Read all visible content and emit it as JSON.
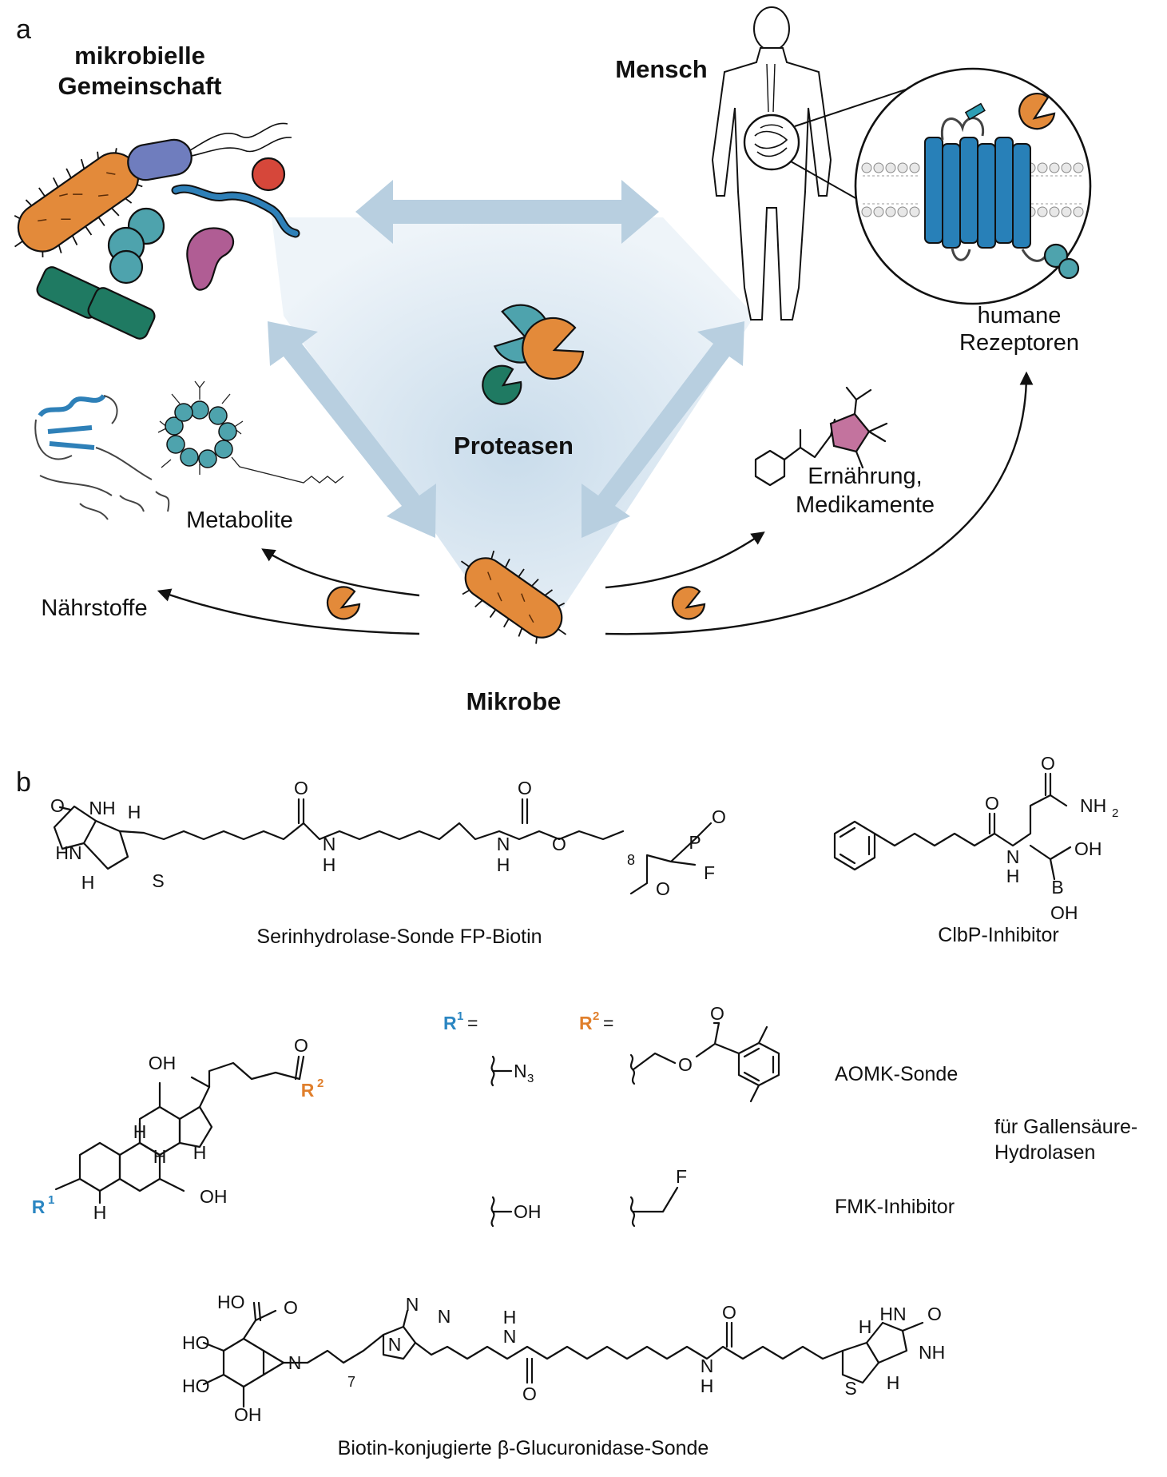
{
  "panels": {
    "a": "a",
    "b": "b"
  },
  "panel_a": {
    "community_label": [
      "mikrobielle",
      "Gemeinschaft"
    ],
    "human_label": "Mensch",
    "receptor_label": [
      "humane",
      "Rezeptoren"
    ],
    "protease_label": "Proteasen",
    "microbe_label": "Mikrobe",
    "metabolite_label": "Metabolite",
    "nutrient_label": "Nährstoffe",
    "diet_label": [
      "Ernährung,",
      "Medikamente"
    ]
  },
  "panel_b": {
    "fp_biotin": {
      "caption": "Serinhydrolase-Sonde FP-Biotin",
      "atoms": {
        "o1": "O",
        "nh1": "NH",
        "hn1": "HN",
        "h1": "H",
        "h2": "H",
        "s1": "S",
        "o2": "O",
        "nh2": "N",
        "h3": "H",
        "nh3": "N",
        "h4": "H",
        "o3": "O",
        "o4": "O",
        "n8": "8",
        "p": "P",
        "o5": "O",
        "f": "F",
        "o6": "O"
      }
    },
    "clbp": {
      "caption": "ClbP-Inhibitor",
      "atoms": {
        "o1": "O",
        "n": "N",
        "h": "H",
        "o2": "O",
        "nh2": "NH",
        "nh2sub": "2",
        "b": "B",
        "oh1": "OH",
        "oh2": "OH"
      }
    },
    "bile": {
      "r1_def": "R",
      "r1_sup": "1",
      "r2_def": "R",
      "r2_sup": "2",
      "eq": "=",
      "n3": "N",
      "n3sub": "3",
      "oh_sub": "OH",
      "fmk_f": "F",
      "aomk_o1": "O",
      "aomk_o2": "O",
      "aomk_label": "AOMK-Sonde",
      "target_label": [
        "für Gallensäure-",
        "Hydrolasen"
      ],
      "fmk_label": "FMK-Inhibitor",
      "steroid_atoms": {
        "oh_top": "OH",
        "oh_bottom": "OH",
        "o": "O",
        "h1": "H",
        "h2": "H",
        "h3": "H",
        "h4": "H"
      }
    },
    "glucuronidase": {
      "caption_prefix": "Biotin-konjugierte ",
      "caption_greek": "β",
      "caption_suffix": "-Glucuronidase-Sonde",
      "atoms": {
        "ho1": "HO",
        "o1": "O",
        "ho2": "HO",
        "ho3": "HO",
        "oh1": "OH",
        "n1": "N",
        "n7": "7",
        "tn1": "N",
        "tn2": "N",
        "tn3": "N",
        "nh1": "N",
        "h1": "H",
        "o2": "O",
        "nh2": "N",
        "h2": "H",
        "o3": "O",
        "h3": "H",
        "hn": "HN",
        "o4": "O",
        "nh": "NH",
        "s": "S",
        "h4": "H"
      }
    }
  },
  "colors": {
    "arrow_light": "#b8cfe0",
    "glow": "#dbe7f1",
    "orange": "#e38a3a",
    "teal": "#4ea3ad",
    "green": "#1f7a62",
    "blue_bar": "#6f7dbe",
    "red": "#d6473a",
    "navy_worm": "#2e80b8",
    "magenta": "#b05d94",
    "receptor_blue": "#2880b8",
    "r1_blue": "#2b86c2",
    "r2_orange": "#e07f2c",
    "pentagon": "#c3739e"
  }
}
